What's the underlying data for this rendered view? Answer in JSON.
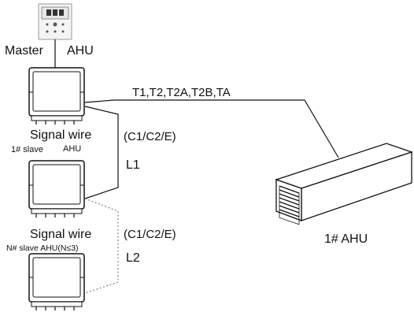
{
  "labels": {
    "master": "Master",
    "master_ahu": "AHU",
    "sensors": "T1,T2,T2A,T2B,TA",
    "signal_wire_1": "Signal wire",
    "wire_code_1": "(C1/C2/E)",
    "slave1_prefix": "1# slave",
    "slave1_ahu": "AHU",
    "length_1": "L1",
    "signal_wire_2": "Signal wire",
    "wire_code_2": "(C1/C2/E)",
    "slaveN": "N# slave AHU(N≤3)",
    "length_2": "L2",
    "ahu_unit": "1# AHU"
  },
  "icons": {
    "controller": "wired-controller-icon",
    "control_box": "ahu-control-box-icon",
    "ahu": "air-handling-unit-icon"
  }
}
